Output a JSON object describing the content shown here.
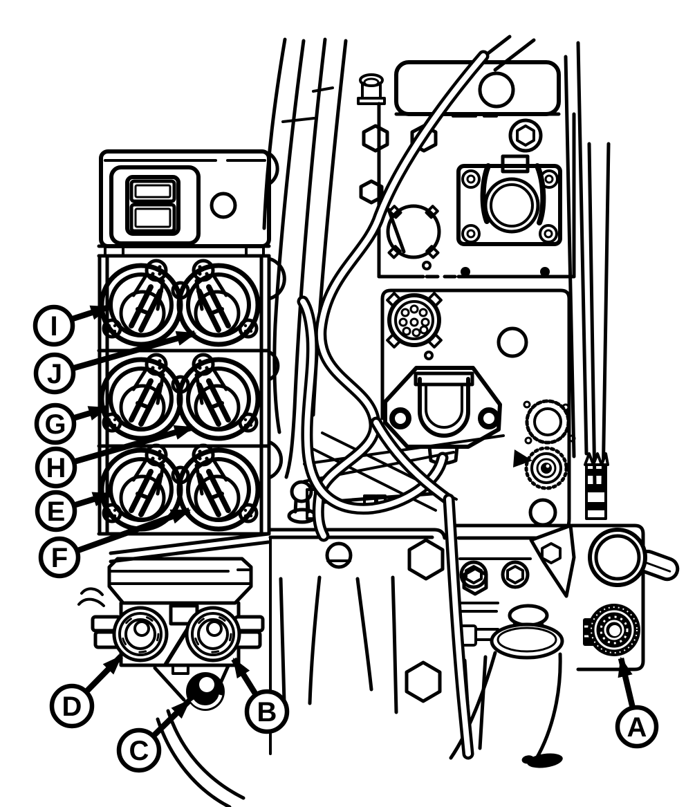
{
  "figure": {
    "kind": "technical line illustration",
    "background_color": "#ffffff",
    "line_color": "#000000"
  },
  "callouts": {
    "a": {
      "letter": "A"
    },
    "b": {
      "letter": "B"
    },
    "c": {
      "letter": "C"
    },
    "d": {
      "letter": "D"
    },
    "e": {
      "letter": "E"
    },
    "f": {
      "letter": "F"
    },
    "g": {
      "letter": "G"
    },
    "h": {
      "letter": "H"
    },
    "i": {
      "letter": "I"
    },
    "j": {
      "letter": "J"
    }
  }
}
